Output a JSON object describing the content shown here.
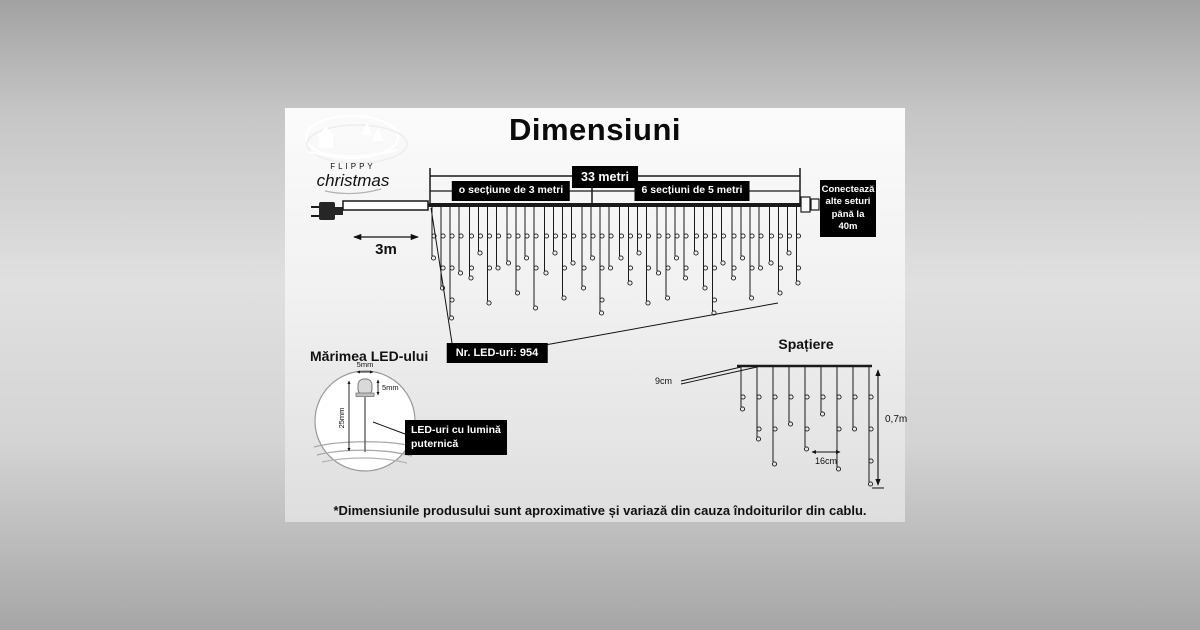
{
  "title": "Dimensiuni",
  "logo": {
    "brand_top": "FLIPPY",
    "brand_script": "christmas"
  },
  "measurements": {
    "total_length": "33 metri",
    "section_3m": "o secțiune de 3 metri",
    "sections_5m": "6 secțiuni de 5 metri",
    "lead_length": "3m",
    "connect_lines": [
      "Conectează",
      "alte seturi",
      "până la 40m"
    ],
    "led_count": "Nr. LED-uri: 954"
  },
  "led_size": {
    "heading": "Mărimea LED-ului",
    "width_label": "5mm",
    "height_label": "5mm",
    "length_label": "25mm",
    "callout_lines": [
      "LED-uri cu lumină",
      "puternică"
    ]
  },
  "spacing": {
    "heading": "Spațiere",
    "drop_spacing": "9cm",
    "led_spacing": "16cm",
    "drop_height": "0,7m"
  },
  "footnote": "*Dimensiunile produsului sunt aproximative și variază din cauza îndoiturilor din cablu.",
  "colors": {
    "box_bg": "#000000",
    "box_text": "#ffffff",
    "line": "#1a1a1a"
  }
}
